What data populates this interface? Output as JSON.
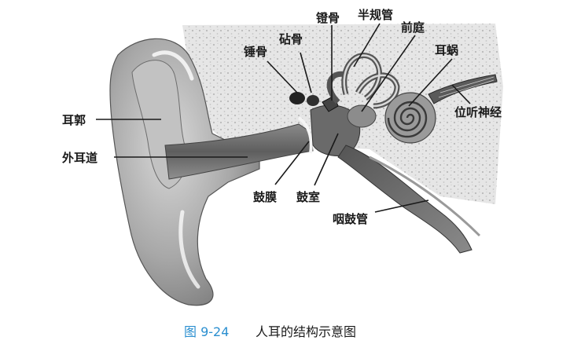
{
  "labels": {
    "auricle": "耳郭",
    "ear_canal": "外耳道",
    "malleus": "锤骨",
    "incus": "砧骨",
    "stapes": "镫骨",
    "semicircular_canals": "半规管",
    "vestibule": "前庭",
    "cochlea": "耳蜗",
    "vestibulocochlear_nerve": "位听神经",
    "tympanic_membrane": "鼓膜",
    "tympanic_cavity": "鼓室",
    "eustachian_tube": "咽鼓管"
  },
  "caption": {
    "figure_number": "图 9-24",
    "title": "人耳的结构示意图"
  }
}
